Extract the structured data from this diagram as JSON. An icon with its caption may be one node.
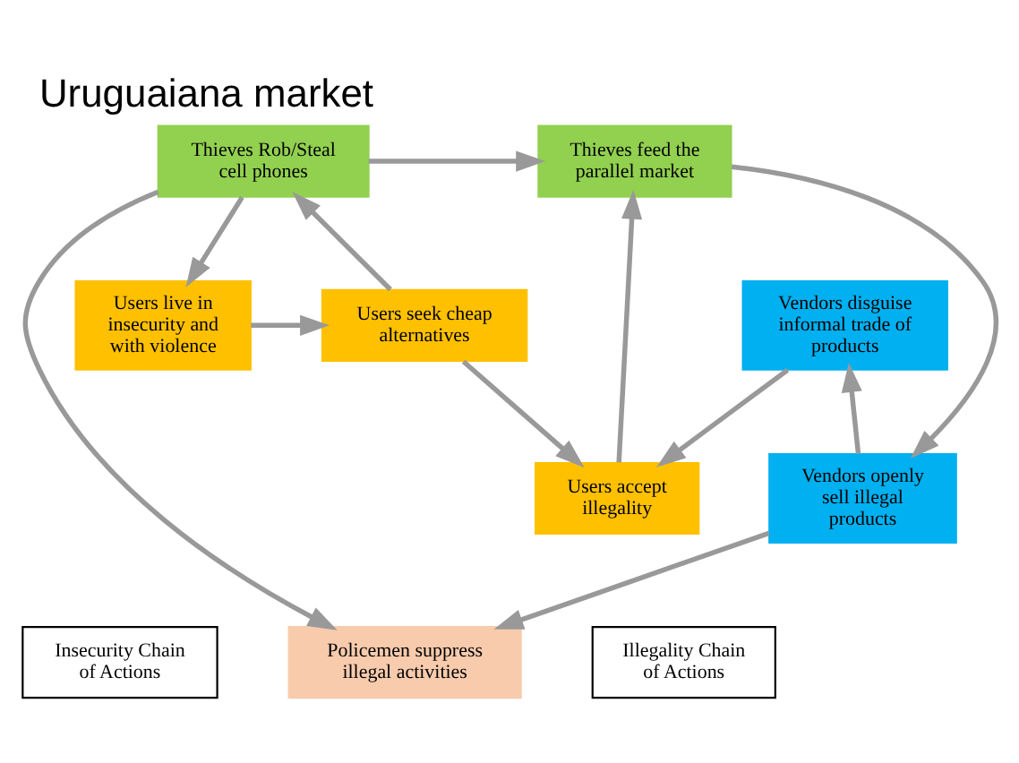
{
  "diagram": {
    "title": "Uruguaiana market",
    "nodes": [
      {
        "text": [
          "Insecurity Chain of Actions"
        ]
      },
      {
        "text": [
          "Policemen suppress illegal activities"
        ]
      },
      {
        "text": [
          "Illegality Chain of Actions"
        ]
      },
      {
        "text": [
          "Thieves Rob/Steal cell phones"
        ]
      },
      {
        "text": [
          "Thieves feed the parallel market"
        ]
      },
      {
        "text": [
          "Users accept illegality"
        ]
      },
      {
        "text": [
          "Vendors openly sell illegal products"
        ]
      },
      {
        "text": [
          "Users seek cheap alternatives"
        ]
      },
      {
        "text": [
          "Users live in insecurity and with violence"
        ]
      },
      {
        "text": [
          "Vendors disguise informal trade of products"
        ]
      }
    ],
    "edges": [
      {
        "from": 3,
        "to": 1,
        "arrow": "to"
      },
      {
        "from": 6,
        "to": 1,
        "arrow": "to"
      },
      {
        "from": 3,
        "to": 4,
        "arrow": "to"
      },
      {
        "from": 3,
        "to": 8,
        "arrow": "to"
      },
      {
        "from": 7,
        "to": 3,
        "arrow": "to"
      },
      {
        "from": 8,
        "to": 7,
        "arrow": "to"
      },
      {
        "from": 7,
        "to": 5,
        "arrow": "to"
      },
      {
        "from": 5,
        "to": 4,
        "arrow": "to"
      },
      {
        "from": 4,
        "to": 6,
        "arrow": "to"
      },
      {
        "from": 6,
        "to": 9,
        "arrow": "to"
      },
      {
        "from": 9,
        "to": 5,
        "arrow": "to"
      }
    ]
  }
}
